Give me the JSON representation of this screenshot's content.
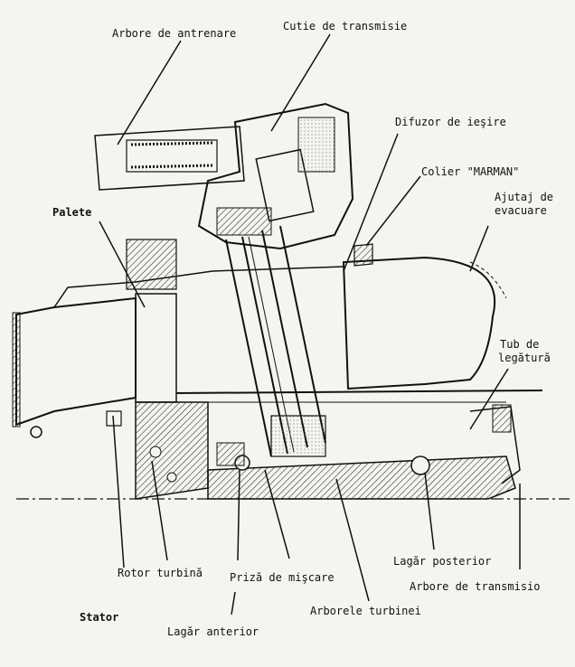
{
  "labels": {
    "arbore_antrenare": "Arbore de antrenare",
    "cutie_transmisie": "Cutie de transmisie",
    "difuzor": "Difuzor de ieşire",
    "colier": "Colier \"MARMAN\"",
    "ajutaj_l1": "Ajutaj de",
    "ajutaj_l2": "evacuare",
    "palete": "Palete",
    "tub_l1": "Tub de",
    "tub_l2": "legătură",
    "rotor_turbina": "Rotor turbină",
    "priza": "Priză de mişcare",
    "lagar_posterior": "Lagăr posterior",
    "arbore_transmisie": "Arbore de transmisio",
    "stator": "Stator",
    "arborele_turbinei": "Arborele turbinei",
    "lagar_anterior": "Lagăr anterior"
  },
  "colors": {
    "ink": "#111111",
    "paper": "#f4f4f1",
    "hatch": "#555555"
  }
}
